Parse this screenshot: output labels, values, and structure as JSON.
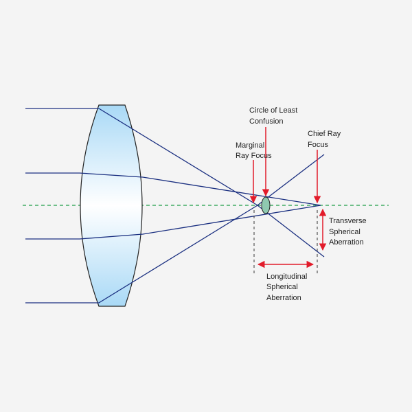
{
  "colors": {
    "background": "#f4f4f4",
    "ray": "#1a2f80",
    "optical_axis": "#1e9e48",
    "arrow": "#e21b2a",
    "lens_fill_center": "#ffffff",
    "lens_fill_edge": "#a9d9f6",
    "lens_outline": "#222222",
    "confusion_circle_fill": "#8fc9b0",
    "dashed_guides": "#333333"
  },
  "labels": {
    "circle_of_least_confusion": [
      "Circle of Least",
      "Confusion"
    ],
    "marginal_ray_focus": [
      "Marginal",
      "Ray Focus"
    ],
    "chief_ray_focus": [
      "Chief Ray",
      "Focus"
    ],
    "transverse_spherical_aberration": [
      "Transverse",
      "Spherical",
      "Aberration"
    ],
    "longitudinal_spherical_aberration": [
      "Longitudinal",
      "Spherical",
      "Aberration"
    ]
  },
  "icons": {
    "lens": "biconvex-lens-icon",
    "arrows": "red-arrow-icon"
  }
}
